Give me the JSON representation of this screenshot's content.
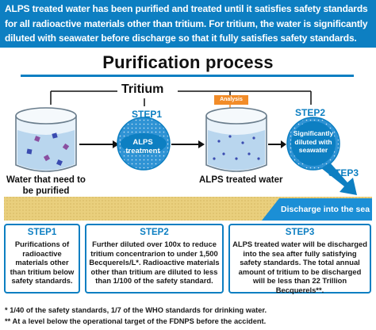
{
  "banner": {
    "text": "ALPS treated water has been purified and treated until it satisfies safety standards for all radioactive materials other than tritium. For tritium, the water is significantly diluted with seawater before discharge so that it fully satisfies safety standards."
  },
  "title": "Purification process",
  "diagram": {
    "tritium_label": "Tritium",
    "analysis_label": "Analysis",
    "step1_label": "STEP1",
    "alps_treatment": "ALPS treatment",
    "step2_label": "STEP2",
    "dilution_text": "Significantly diluted with seawater",
    "step3_label": "STEP3",
    "water_to_purify": "Water that need to be purified",
    "alps_treated_water": "ALPS treated water",
    "discharge": "Discharge into the sea"
  },
  "steps": [
    {
      "title": "STEP1",
      "body": "Purifications of radioactive materials other than tritium below safety standards."
    },
    {
      "title": "STEP2",
      "body": "Further diluted over 100x to reduce tritium concentrarion to under 1,500 Becquerels/L*. Radioactive materials other than tritium are diluted to less than 1/100 of the safety standard."
    },
    {
      "title": "STEP3",
      "body": "ALPS treated water will be discharged into the sea after fully satisfying safety standards. The total annual amount of tritium to be discharged will be less than 22 Trillion Becquerels**."
    }
  ],
  "footnotes": [
    "* 1/40 of the safety standards, 1/7 of the WHO standards for drinking water.",
    "** At a level below the operational target of the FDNPS before the accident."
  ],
  "colors": {
    "primary_blue": "#0d7fc2",
    "sea_blue": "#1b8fd6",
    "sand": "#e9cf7d",
    "analysis_orange": "#f28c28"
  },
  "icons": [
    "arrow-right-icon",
    "arrow-down-right-icon",
    "tank-icon",
    "circle-icon"
  ]
}
